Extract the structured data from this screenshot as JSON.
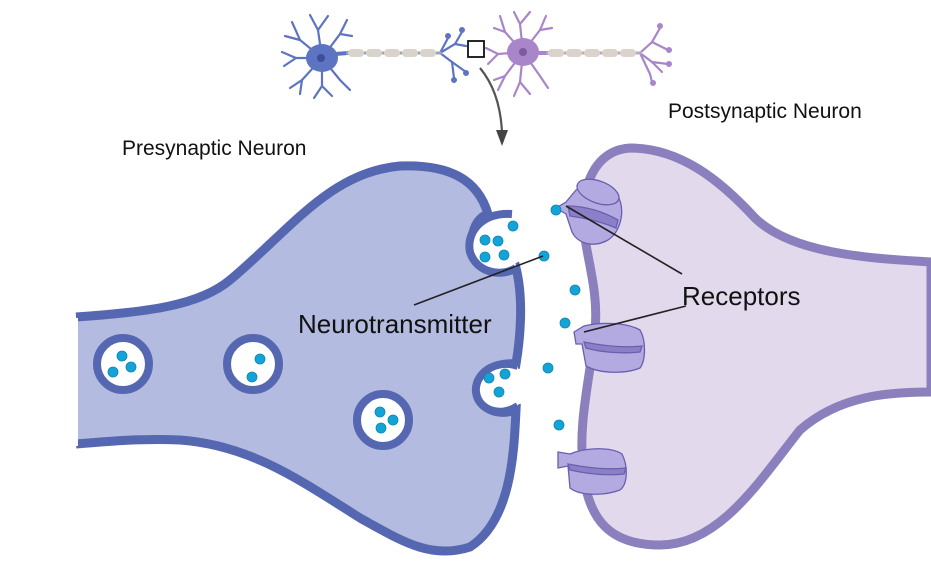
{
  "diagram": {
    "title": "Chemical synapse",
    "labels": {
      "presynaptic": "Presynaptic Neuron",
      "postsynaptic": "Postsynaptic Neuron",
      "neurotransmitter": "Neurotransmitter",
      "receptors": "Receptors"
    },
    "colors": {
      "presynaptic_fill": "#b3bbe0",
      "presynaptic_stroke": "#5567b0",
      "postsynaptic_fill": "#e3d9ec",
      "postsynaptic_stroke": "#8b80bd",
      "neurotransmitter": "#14a3d6",
      "receptor_fill": "#b2aae0",
      "receptor_stroke": "#6a5fae",
      "neuron_blue": "#5d74c2",
      "neuron_purple": "#a985c9",
      "myelin": "#d9d3cb",
      "arrow": "#444444",
      "text": "#111111"
    },
    "overview": {
      "neurons": [
        "presynaptic neuron (blue)",
        "postsynaptic neuron (purple)"
      ],
      "zoom_box": "synapse region"
    },
    "vesicles_in_cytoplasm": 3,
    "vesicles_at_membrane": 2,
    "receptor_count": 3
  }
}
